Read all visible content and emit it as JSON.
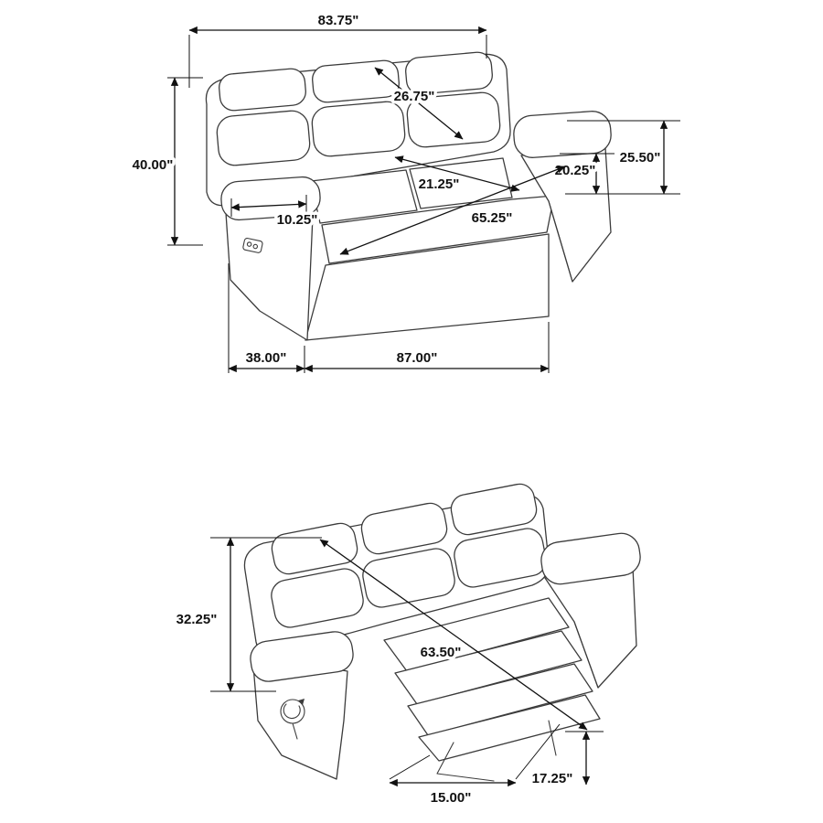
{
  "figure": {
    "background": "#ffffff",
    "line_color": "#111111",
    "description": "Reclining sofa dimension diagram, upright and reclined views"
  },
  "upright_view": {
    "dims": {
      "overall_width": "83.75\"",
      "back_diagonal": "26.75\"",
      "overall_height": "40.00\"",
      "arm_height": "25.50\"",
      "seat_height": "20.25\"",
      "seat_depth": "21.25\"",
      "arm_width": "10.25\"",
      "interior_width": "65.25\"",
      "overall_depth": "38.00\"",
      "front_width": "87.00\""
    }
  },
  "reclined_view": {
    "dims": {
      "reclined_back_height": "32.25\"",
      "reclined_depth": "63.50\"",
      "footrest_width": "15.00\"",
      "footrest_height": "17.25\""
    }
  }
}
